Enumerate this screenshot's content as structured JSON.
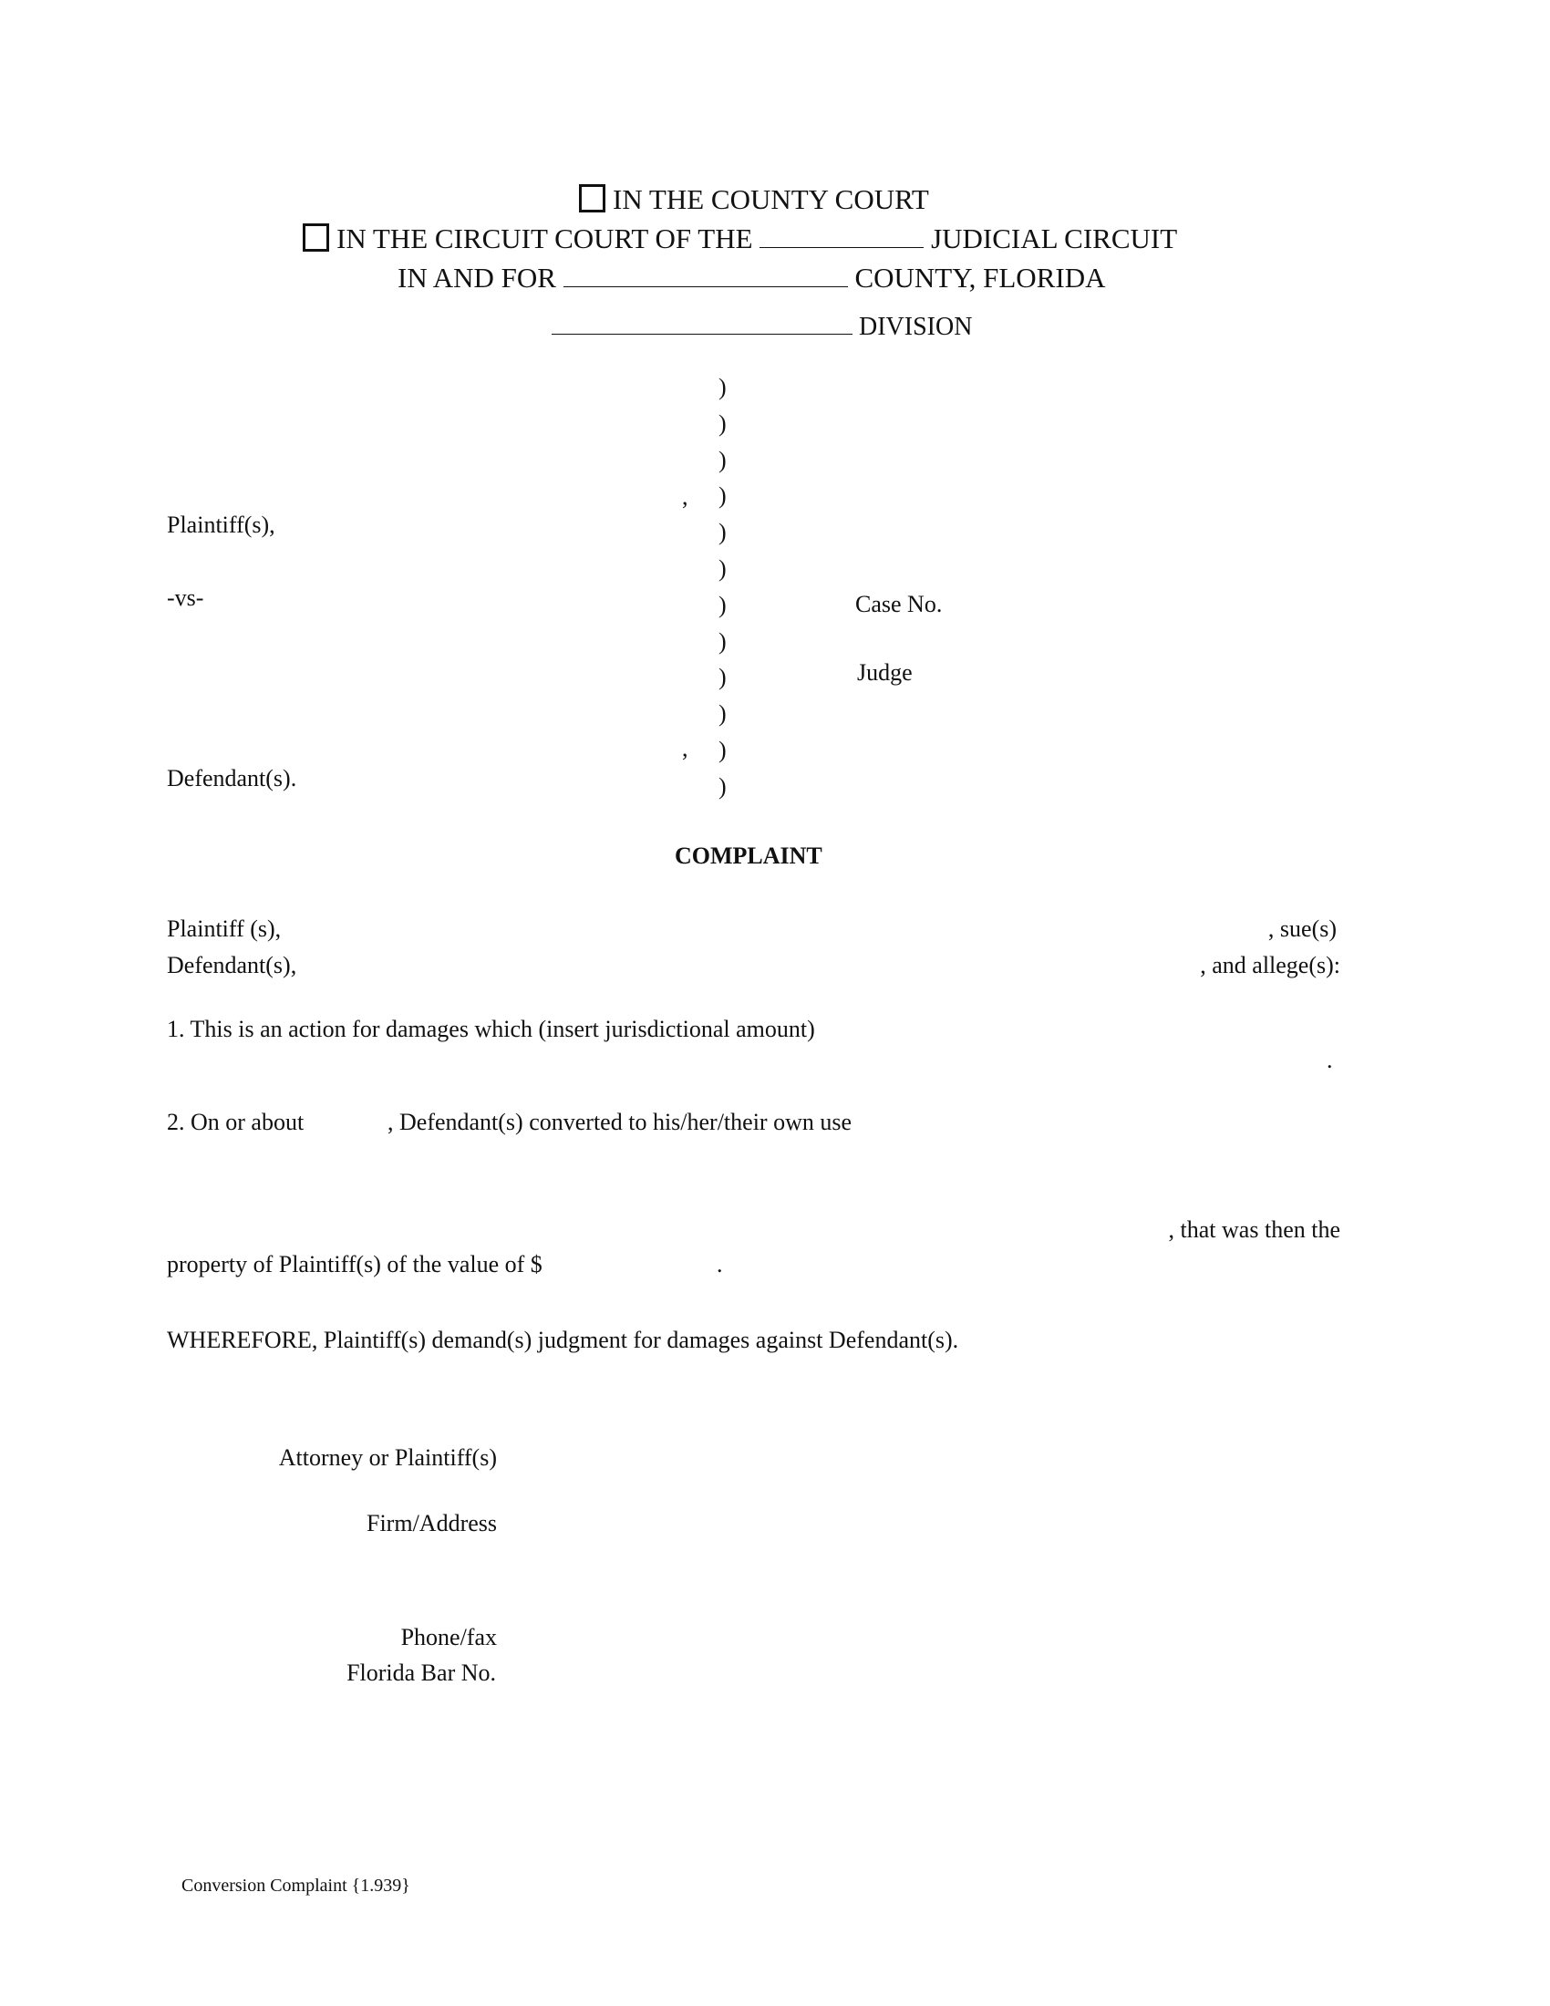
{
  "caption": {
    "county_court_option": "IN THE COUNTY COURT",
    "circuit_court_prefix": "IN THE CIRCUIT COURT OF THE",
    "circuit_court_suffix": "JUDICIAL CIRCUIT",
    "county_prefix": "IN AND FOR",
    "county_suffix": "COUNTY, FLORIDA",
    "division_suffix": "DIVISION",
    "county_court_checked": false,
    "circuit_court_checked": false
  },
  "parties": {
    "plaintiff_label": "Plaintiff(s),",
    "versus": "-vs-",
    "defendant_label": "Defendant(s).",
    "comma": ",",
    "paren": ")",
    "case_no_label": "Case No.",
    "judge_label": "Judge"
  },
  "body": {
    "title": "COMPLAINT",
    "intro_plaintiff": "Plaintiff (s),",
    "intro_sues": ", sue(s)",
    "intro_defendant": "Defendant(s),",
    "intro_alleges": ",  and allege(s):",
    "para1": "1. This is an action for damages which  (insert jurisdictional amount)",
    "para1_end": ".",
    "para2_start": "2. On or about",
    "para2_cont": ", Defendant(s) converted to his/her/their own use",
    "para2_then": ", that was then the",
    "para2_value": "property of Plaintiff(s) of the value of $",
    "para2_end": ".",
    "wherefore": "WHEREFORE, Plaintiff(s) demand(s) judgment for damages against Defendant(s)."
  },
  "signature": {
    "attorney": "Attorney or Plaintiff(s)",
    "firm": "Firm/Address",
    "phone": "Phone/fax",
    "bar_no": "Florida Bar No."
  },
  "footer": {
    "form_name": "Conversion Complaint {1.939}"
  }
}
